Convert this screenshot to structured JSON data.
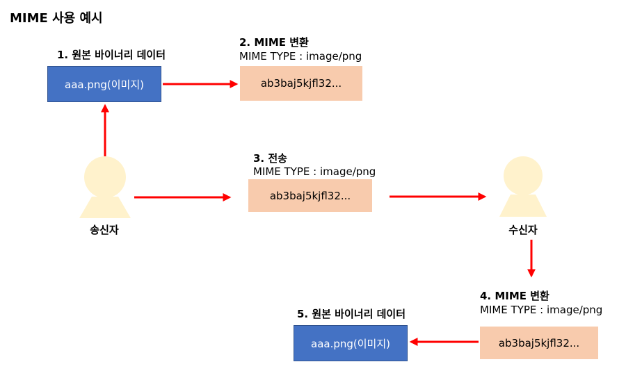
{
  "title": "MIME 사용 예시",
  "steps": {
    "s1": {
      "label": "1. 원본 바이너리 데이터",
      "box": "aaa.png(이미지)"
    },
    "s2": {
      "label": "2. MIME 변환",
      "sub": "MIME TYPE : image/png",
      "box": "ab3baj5kjfl32..."
    },
    "s3": {
      "label": "3. 전송",
      "sub": "MIME TYPE : image/png",
      "box": "ab3baj5kjfl32..."
    },
    "s4": {
      "label": "4. MIME 변환",
      "sub": "MIME TYPE : image/png",
      "box": "ab3baj5kjfl32..."
    },
    "s5": {
      "label": "5. 원본 바이너리 데이터",
      "box": "aaa.png(이미지)"
    }
  },
  "actors": {
    "sender": "송신자",
    "receiver": "수신자"
  },
  "colors": {
    "arrow": "#ff0000",
    "binary_box": "#4472c4",
    "mime_box": "#f8cbad",
    "person": "#fff2cc"
  }
}
